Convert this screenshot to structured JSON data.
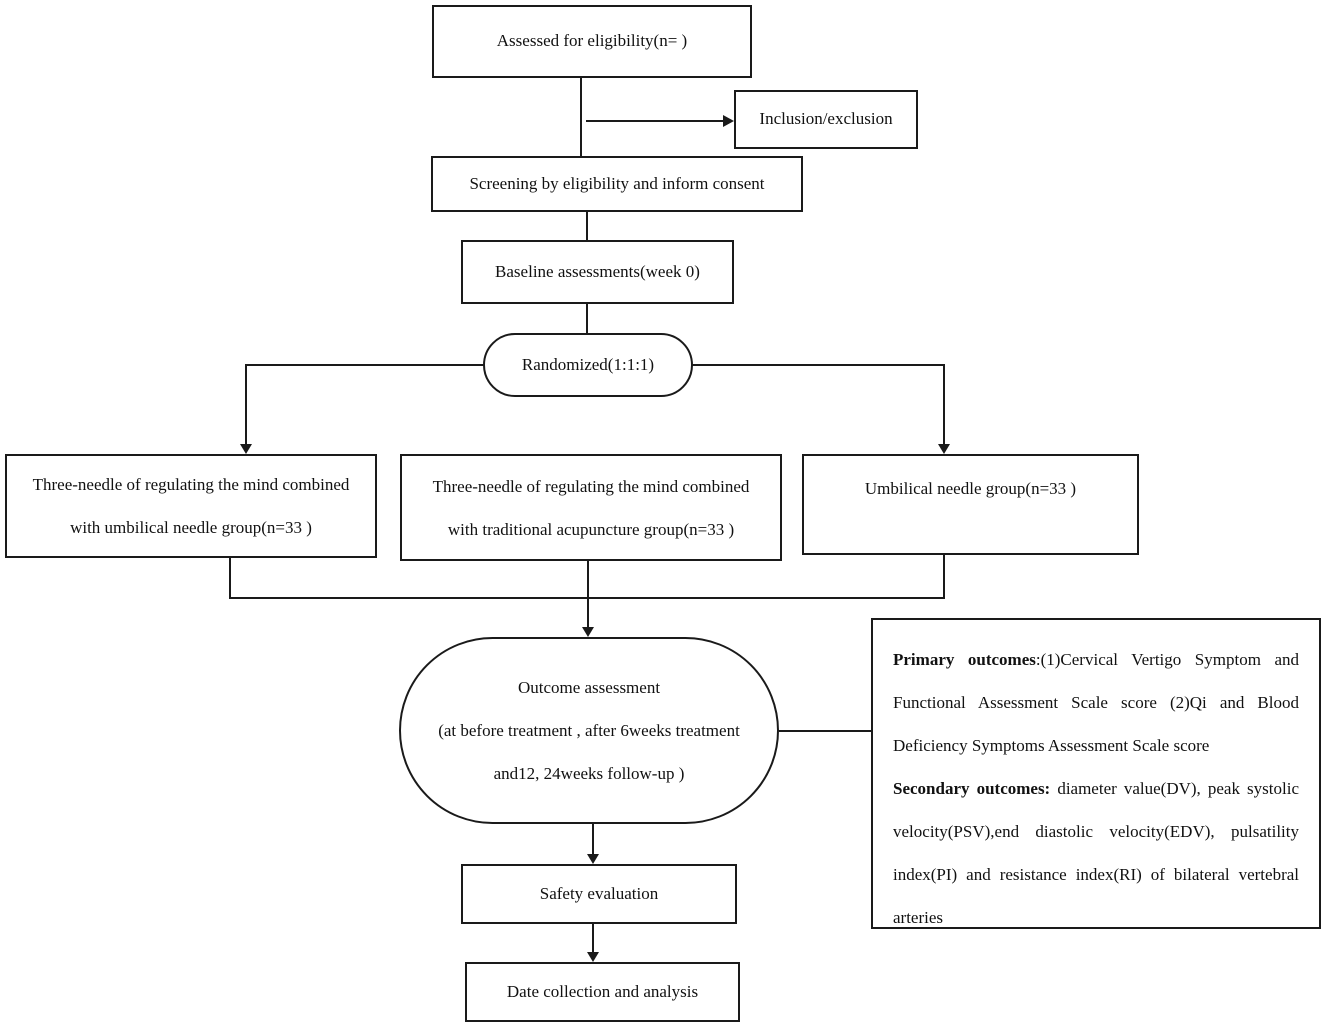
{
  "nodes": {
    "assessed": "Assessed for eligibility(n= )",
    "inclusion": "Inclusion/exclusion",
    "screening": "Screening by eligibility and inform consent",
    "baseline": "Baseline assessments(week 0)",
    "randomized": "Randomized(1:1:1)",
    "group1": [
      "Three-needle of regulating the mind combined",
      "with umbilical needle group(n=33 )"
    ],
    "group2": [
      "Three-needle of regulating the mind combined",
      "with traditional acupuncture group(n=33 )"
    ],
    "group3": "Umbilical needle group(n=33 )",
    "outcome": [
      "Outcome assessment",
      "(at before treatment , after 6weeks treatment",
      "and12, 24weeks follow-up )"
    ],
    "safety": "Safety evaluation",
    "date_collection": "Date collection and analysis"
  },
  "outcomes_panel": {
    "primary_label": "Primary outcomes",
    "primary_text": ":(1)Cervical Vertigo Symptom and Functional Assessment Scale score (2)Qi and Blood Deficiency Symptoms Assessment Scale score",
    "secondary_label": "Secondary outcomes:",
    "secondary_text": " diameter value(DV), peak systolic velocity(PSV),end diastolic velocity(EDV), pulsatility index(PI) and resistance index(RI) of bilateral vertebral arteries"
  }
}
